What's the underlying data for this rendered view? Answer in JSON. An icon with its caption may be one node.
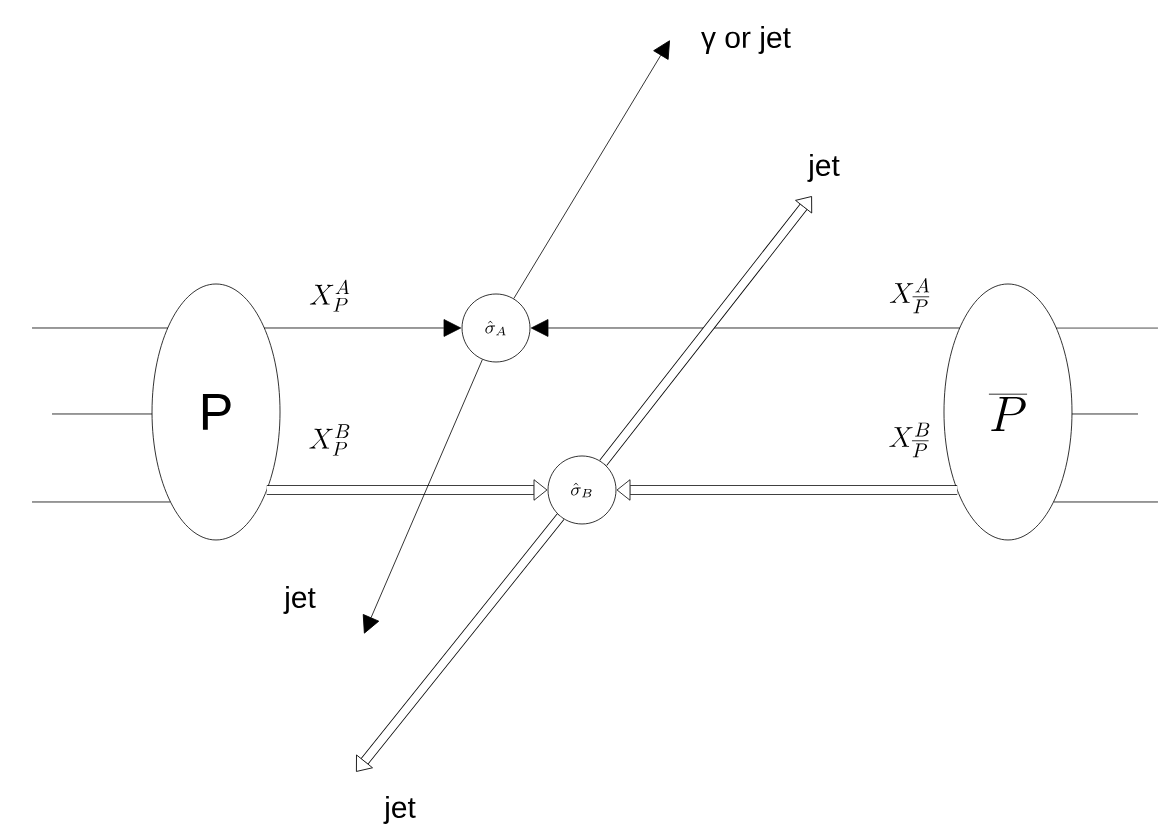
{
  "diagram": {
    "nodes": [
      {
        "text": [
          "P"
        ]
      },
      {
        "text": [
          "\\overline{P}"
        ]
      },
      {
        "text": [
          "\\hat{\\sigma}_{A}"
        ]
      },
      {
        "text": [
          "\\hat{\\sigma}_{B}"
        ]
      },
      {
        "text": [
          "γ or jet"
        ]
      },
      {
        "text": [
          "jet"
        ]
      },
      {
        "text": [
          "jet"
        ]
      },
      {
        "text": [
          "jet"
        ]
      }
    ],
    "edges": [
      {
        "from": 0,
        "to": 2,
        "arrow": "to",
        "label": "X_{P}^{A}"
      },
      {
        "from": 1,
        "to": 2,
        "arrow": "to",
        "label": "X_{\\overline{P}}^{A}"
      },
      {
        "from": 0,
        "to": 3,
        "arrow": "to",
        "label": "X_{P}^{B}",
        "style": "thick"
      },
      {
        "from": 1,
        "to": 3,
        "arrow": "to",
        "label": "X_{\\overline{P}}^{B}",
        "style": "thick"
      },
      {
        "from": 2,
        "to": 4,
        "arrow": "to"
      },
      {
        "from": 2,
        "to": 6,
        "arrow": "to"
      },
      {
        "from": 3,
        "to": 5,
        "arrow": "to",
        "style": "thick"
      },
      {
        "from": 3,
        "to": 7,
        "arrow": "to",
        "style": "thick"
      },
      {
        "from": null,
        "to": 0,
        "arrow": "none"
      },
      {
        "from": null,
        "to": 0,
        "arrow": "none"
      },
      {
        "from": null,
        "to": 0,
        "arrow": "none"
      },
      {
        "from": null,
        "to": 1,
        "arrow": "none"
      },
      {
        "from": null,
        "to": 1,
        "arrow": "none"
      },
      {
        "from": null,
        "to": 1,
        "arrow": "none"
      }
    ]
  }
}
